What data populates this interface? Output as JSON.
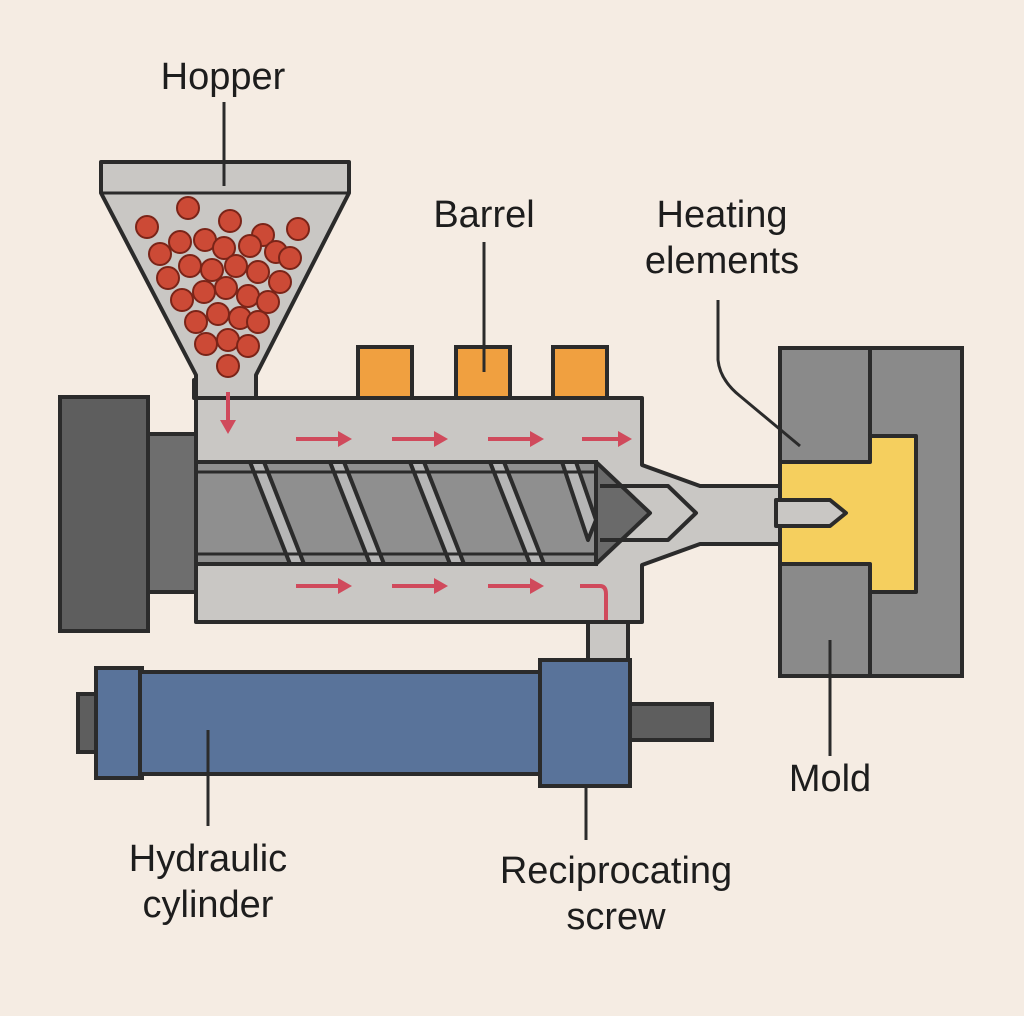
{
  "labels": {
    "hopper": "Hopper",
    "barrel": "Barrel",
    "heating_elements": [
      "Heating",
      "elements"
    ],
    "mold": "Mold",
    "hydraulic_cylinder": [
      "Hydraulic",
      "cylinder"
    ],
    "reciprocating_screw": [
      "Reciprocating",
      "screw"
    ]
  },
  "colors": {
    "background": "#f5ece3",
    "outline": "#2b2b2b",
    "barrel_fill": "#c9c7c4",
    "screw_fill": "#8f8f8f",
    "dark_metal": "#5e5e5e",
    "heater": "#f0a040",
    "pellet": "#cc4a36",
    "flow_arrow": "#d04a5c",
    "cylinder": "#59739a",
    "mold_gray": "#8a8a8a",
    "cavity": "#f5cf5e"
  },
  "icons": {
    "pellets": "pellet-circle",
    "flow": "arrow-right-icon"
  }
}
